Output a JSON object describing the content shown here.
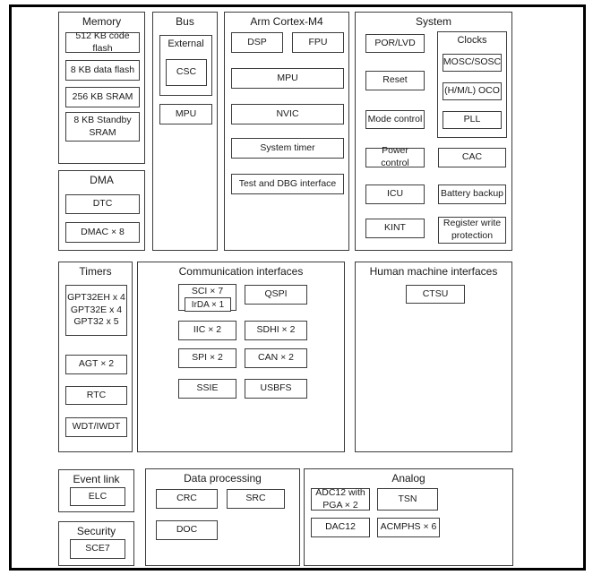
{
  "diagram": {
    "memory": {
      "title": "Memory",
      "items": [
        "512 KB code flash",
        "8 KB data flash",
        "256 KB SRAM",
        "8 KB Standby\nSRAM"
      ]
    },
    "dma": {
      "title": "DMA",
      "items": [
        "DTC",
        "DMAC × 8"
      ]
    },
    "bus": {
      "title": "Bus",
      "external_label": "External",
      "csc": "CSC",
      "mpu": "MPU"
    },
    "cortex": {
      "title": "Arm Cortex-M4",
      "dsp": "DSP",
      "fpu": "FPU",
      "mpu": "MPU",
      "nvic": "NVIC",
      "system_timer": "System timer",
      "test_dbg": "Test and DBG interface"
    },
    "system": {
      "title": "System",
      "left": [
        "POR/LVD",
        "Reset",
        "Mode control",
        "Power control",
        "ICU",
        "KINT"
      ],
      "clocks": {
        "title": "Clocks",
        "items": [
          "MOSC/SOSC",
          "(H/M/L) OCO",
          "PLL"
        ]
      },
      "right": [
        "CAC",
        "Battery backup",
        "Register write\nprotection"
      ]
    },
    "timers": {
      "title": "Timers",
      "gpt": "GPT32EH x 4\nGPT32E x 4\nGPT32 x 5",
      "agt": "AGT × 2",
      "rtc": "RTC",
      "wdt": "WDT/IWDT"
    },
    "comm": {
      "title": "Communication interfaces",
      "sci": "SCI × 7",
      "irda": "IrDA × 1",
      "qspi": "QSPI",
      "iic": "IIC × 2",
      "sdhi": "SDHI × 2",
      "spi": "SPI × 2",
      "can": "CAN × 2",
      "ssie": "SSIE",
      "usbfs": "USBFS"
    },
    "hmi": {
      "title": "Human machine interfaces",
      "ctsu": "CTSU"
    },
    "event_link": {
      "title": "Event link",
      "elc": "ELC"
    },
    "security": {
      "title": "Security",
      "sce7": "SCE7"
    },
    "data_processing": {
      "title": "Data processing",
      "crc": "CRC",
      "src": "SRC",
      "doc": "DOC"
    },
    "analog": {
      "title": "Analog",
      "adc": "ADC12 with\nPGA × 2",
      "tsn": "TSN",
      "dac": "DAC12",
      "acmphs": "ACMPHS × 6"
    }
  },
  "colors": {
    "frame": "#000000",
    "line": "#3c3c3c",
    "text": "#1a1a1a",
    "background": "#ffffff"
  }
}
